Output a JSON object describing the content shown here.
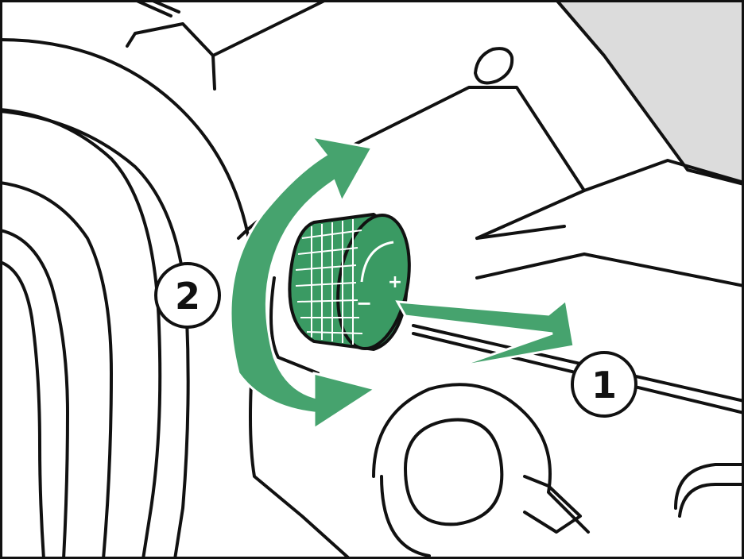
{
  "steps": [
    {
      "label": "1",
      "action": "pull-out-knob"
    },
    {
      "label": "2",
      "action": "rotate-knob"
    }
  ],
  "knob": {
    "plus_sign": "+",
    "minus_sign": "−"
  },
  "colors": {
    "arrow_green": "#46a36e",
    "knob_green": "#3a9a63",
    "line": "#111111",
    "background": "#ffffff",
    "shade_gray": "#dcdcdc"
  }
}
